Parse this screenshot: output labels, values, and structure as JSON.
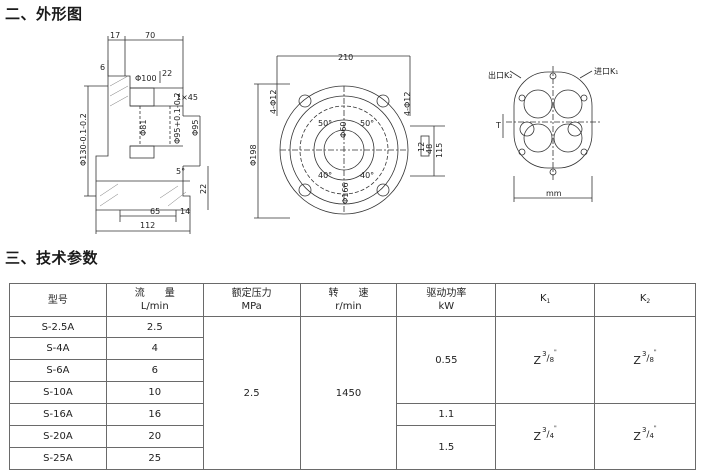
{
  "sections": {
    "outline_title": "二、外形图",
    "params_title": "三、技术参数"
  },
  "drawing_labels": {
    "d17": "17",
    "d70": "70",
    "d6": "6",
    "d100": "Φ100",
    "d22a": "22",
    "d130": "Φ130-0.1-0.2",
    "d81": "Φ81",
    "d145": "1×45",
    "d95s": "Φ95+0.1-0.2",
    "d95": "Φ95",
    "d5": "5°",
    "d22b": "22",
    "d65": "65",
    "d14": "14",
    "d112": "112",
    "d210": "210",
    "d4012a": "4-Φ12",
    "d4012b": "4-Φ12",
    "d198": "Φ198",
    "d50a": "50°",
    "d50b": "50°",
    "d40a": "40°",
    "d40b": "40°",
    "d60": "Φ60",
    "d166": "Φ166",
    "d12": "12",
    "d48": "48",
    "d115": "115",
    "outlet": "出口K₂",
    "inlet": "进口K₁",
    "t": "T",
    "mm": "mm"
  },
  "table": {
    "headers": [
      {
        "line1": "型号",
        "line2": ""
      },
      {
        "line1": "流　　量",
        "line2": "L/min"
      },
      {
        "line1": "额定压力",
        "line2": "MPa"
      },
      {
        "line1": "转　　速",
        "line2": "r/min"
      },
      {
        "line1": "驱动功率",
        "line2": "kW"
      },
      {
        "line1": "K",
        "line2": ""
      },
      {
        "line1": "K",
        "line2": ""
      }
    ],
    "k1_sub": "1",
    "k2_sub": "2",
    "models": [
      "S-2.5A",
      "S-4A",
      "S-6A",
      "S-10A",
      "S-16A",
      "S-20A",
      "S-25A"
    ],
    "flows": [
      "2.5",
      "4",
      "6",
      "10",
      "16",
      "20",
      "25"
    ],
    "pressure": "2.5",
    "speed": "1450",
    "powers": [
      "0.55",
      "1.1",
      "1.5"
    ],
    "thread_a": {
      "z": "Z",
      "num": "3",
      "den": "8",
      "mark": "\""
    },
    "thread_b": {
      "z": "Z",
      "num": "3",
      "den": "4",
      "mark": "\""
    }
  }
}
